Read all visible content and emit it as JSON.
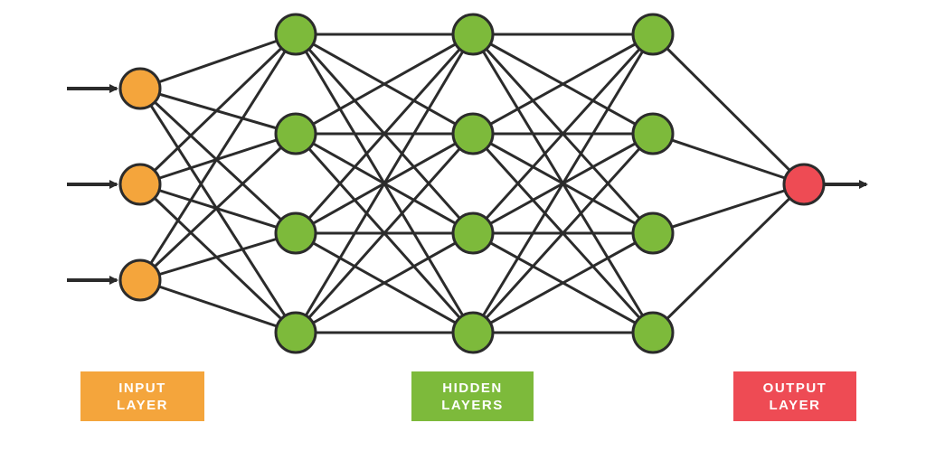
{
  "colors": {
    "input_node": "#f4a53c",
    "hidden_node": "#7dba3b",
    "output_node": "#ee4b54",
    "node_stroke": "#2b2b2b",
    "edge": "#2b2b2b",
    "arrow": "#2b2b2b",
    "input_label_bg": "#f4a53c",
    "hidden_label_bg": "#7dba3b",
    "output_label_bg": "#ee4b54",
    "label_text": "#ffffff"
  },
  "network": {
    "layers": [
      {
        "role": "input",
        "node_count": 3
      },
      {
        "role": "hidden",
        "node_count": 4
      },
      {
        "role": "hidden",
        "node_count": 4
      },
      {
        "role": "hidden",
        "node_count": 4
      },
      {
        "role": "output",
        "node_count": 1
      }
    ],
    "fully_connected": true,
    "input_arrows": 3,
    "output_arrows": 1
  },
  "labels": {
    "input": {
      "line1": "INPUT",
      "line2": "LAYER"
    },
    "hidden": {
      "line1": "HIDDEN",
      "line2": "LAYERS"
    },
    "output": {
      "line1": "OUTPUT",
      "line2": "LAYER"
    }
  }
}
